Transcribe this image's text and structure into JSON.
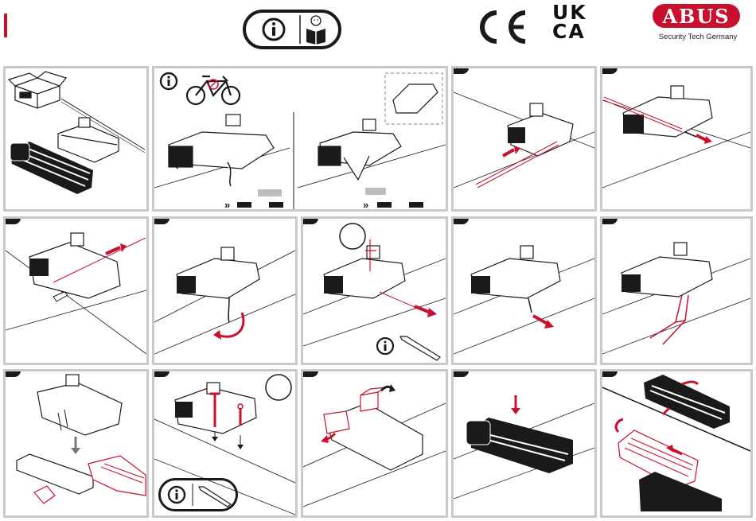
{
  "header": {
    "marks": {
      "ce": "CE",
      "ukca_top": "UK",
      "ukca_bottom": "CA"
    },
    "brand": {
      "logo_text": "ABUS",
      "tagline": "Security Tech Germany"
    },
    "colors": {
      "accent": "#c8102e",
      "ink": "#1a1a1a",
      "frame": "#c9c9c9",
      "fill_gray": "#bdbdbd"
    },
    "icons": [
      "info-icon",
      "read-manual-icon"
    ]
  },
  "panels": [
    {
      "id": "p1",
      "step": ""
    },
    {
      "id": "p2",
      "step": ""
    },
    {
      "id": "p3",
      "step": ""
    },
    {
      "id": "p4",
      "step": ""
    },
    {
      "id": "p5",
      "step": ""
    },
    {
      "id": "p6",
      "step": ""
    },
    {
      "id": "p7",
      "step": ""
    },
    {
      "id": "p8",
      "step": ""
    },
    {
      "id": "p9",
      "step": ""
    },
    {
      "id": "p10",
      "step": ""
    },
    {
      "id": "p11",
      "step": ""
    },
    {
      "id": "p12",
      "step": ""
    },
    {
      "id": "p13",
      "step": ""
    },
    {
      "id": "p14",
      "step": ""
    }
  ]
}
